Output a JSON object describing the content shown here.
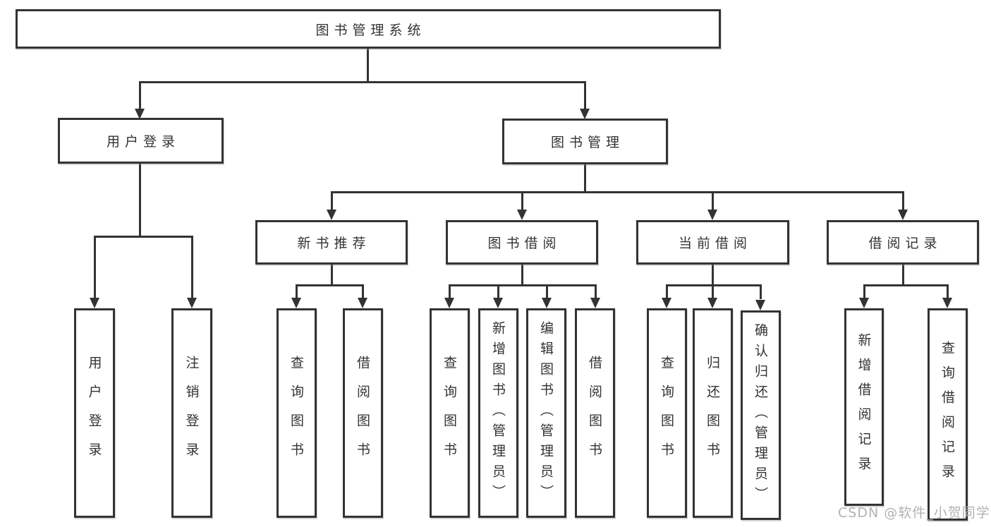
{
  "colors": {
    "line": "#333333",
    "box_border": "#333333",
    "box_fill": "#ffffff",
    "text": "#333333",
    "watermark": "#aeb3b9"
  },
  "tree": {
    "label": "图书管理系统",
    "children": [
      {
        "label": "用户登录",
        "children": [
          {
            "label": "用户登录"
          },
          {
            "label": "注销登录"
          }
        ]
      },
      {
        "label": "图书管理",
        "children": [
          {
            "label": "新书推荐",
            "children": [
              {
                "label": "查询图书"
              },
              {
                "label": "借阅图书"
              }
            ]
          },
          {
            "label": "图书借阅",
            "children": [
              {
                "label": "查询图书"
              },
              {
                "label": "新增图书（管理员）"
              },
              {
                "label": "编辑图书（管理员）"
              },
              {
                "label": "借阅图书"
              }
            ]
          },
          {
            "label": "当前借阅",
            "children": [
              {
                "label": "查询图书"
              },
              {
                "label": "归还图书"
              },
              {
                "label": "确认归还（管理员）"
              }
            ]
          },
          {
            "label": "借阅记录",
            "children": [
              {
                "label": "新增借阅记录"
              },
              {
                "label": "查询借阅记录"
              }
            ]
          }
        ]
      }
    ]
  },
  "watermark": {
    "text": "CSDN @软件_小贺同学"
  }
}
